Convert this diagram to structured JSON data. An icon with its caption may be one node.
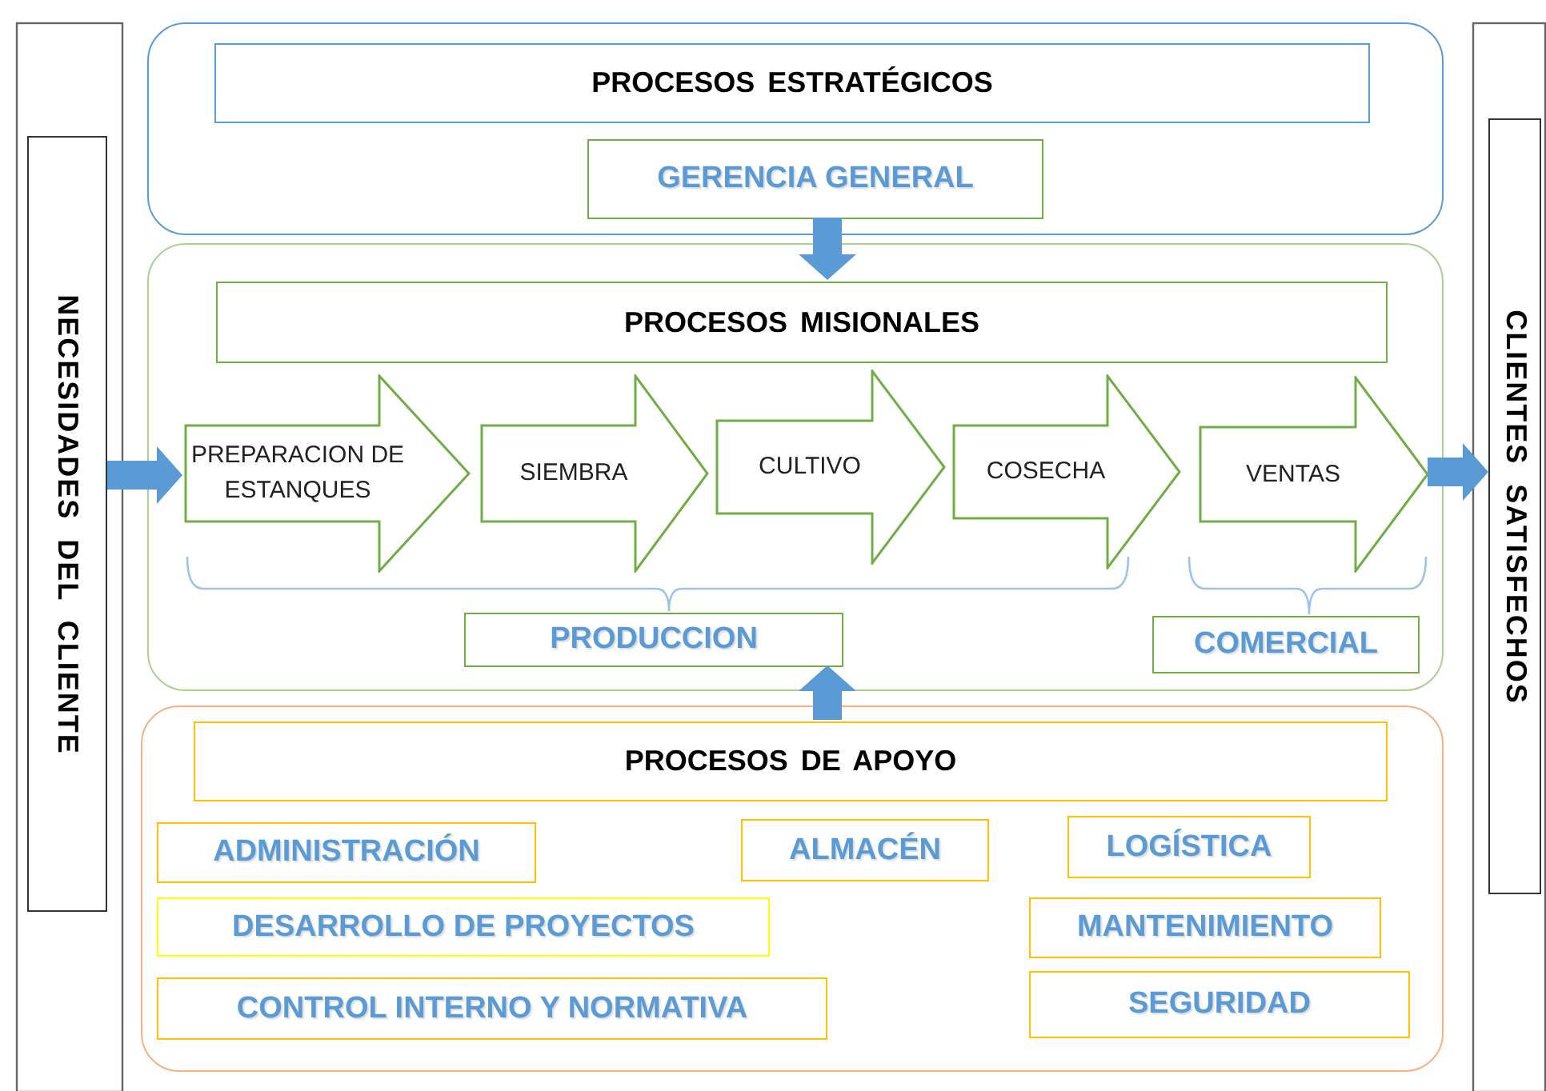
{
  "diagram": {
    "nodes": [
      {
        "text": [
          "NECESIDADES DEL CLIENTE"
        ]
      },
      {
        "text": [],
        "shape": "box"
      },
      {
        "text": [
          "PROCESOS ESTRATÉGICOS"
        ],
        "in": 1
      },
      {
        "text": [
          "GERENCIA GENERAL"
        ],
        "in": 1
      },
      {
        "text": [],
        "shape": "box"
      },
      {
        "text": [
          "PROCESOS MISIONALES"
        ],
        "in": 4
      },
      {
        "text": [
          "PREPARACION DE ESTANQUES"
        ],
        "in": 4
      },
      {
        "text": [
          "SIEMBRA"
        ],
        "in": 4
      },
      {
        "text": [
          "CULTIVO"
        ],
        "in": 4
      },
      {
        "text": [
          "COSECHA"
        ],
        "in": 4
      },
      {
        "text": [
          "VENTAS"
        ],
        "in": 4
      },
      {
        "text": [
          "PRODUCCION"
        ],
        "in": 4
      },
      {
        "text": [
          "COMERCIAL"
        ],
        "in": 4
      },
      {
        "text": [],
        "shape": "box"
      },
      {
        "text": [
          "PROCESOS DE APOYO"
        ],
        "in": 13
      },
      {
        "text": [
          "ADMINISTRACIÓN"
        ],
        "in": 13
      },
      {
        "text": [
          "ALMACÉN"
        ],
        "in": 13
      },
      {
        "text": [
          "LOGÍSTICA"
        ],
        "in": 13
      },
      {
        "text": [
          "DESARROLLO DE PROYECTOS"
        ],
        "in": 13
      },
      {
        "text": [
          "MANTENIMIENTO"
        ],
        "in": 13
      },
      {
        "text": [
          "CONTROL INTERNO Y NORMATIVA"
        ],
        "in": 13
      },
      {
        "text": [
          "SEGURIDAD"
        ],
        "in": 13
      },
      {
        "text": [
          "CLIENTES SATISFECHOS"
        ]
      }
    ],
    "edges": [
      {
        "from": 0,
        "to": 6,
        "arrow": "to"
      },
      {
        "from": 10,
        "to": 22,
        "arrow": "to"
      },
      {
        "from": 3,
        "to": 5,
        "arrow": "to"
      },
      {
        "from": 14,
        "to": 11,
        "arrow": "to"
      }
    ]
  }
}
